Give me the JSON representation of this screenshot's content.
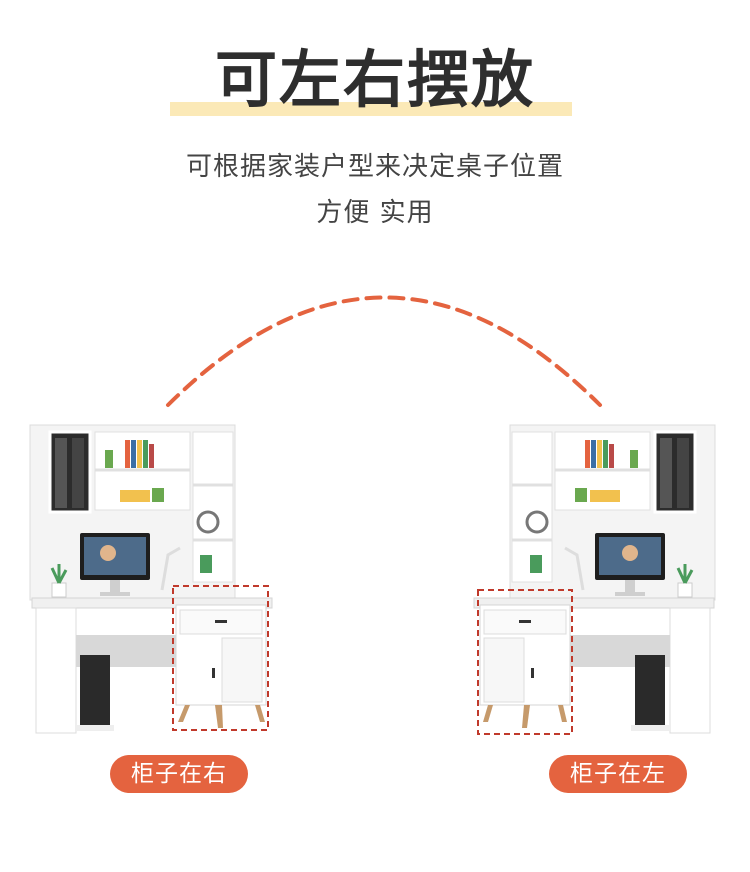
{
  "title": "可左右摆放",
  "subtitle_line1": "可根据家装户型来决定桌子位置",
  "subtitle_line2": "方便 实用",
  "labels": {
    "left_desk": "柜子在右",
    "right_desk": "柜子在左"
  },
  "colors": {
    "accent": "#e4633f",
    "highlight": "#fbe9b7",
    "text": "#2e2e2e",
    "outline_dash": "#c0392b"
  }
}
